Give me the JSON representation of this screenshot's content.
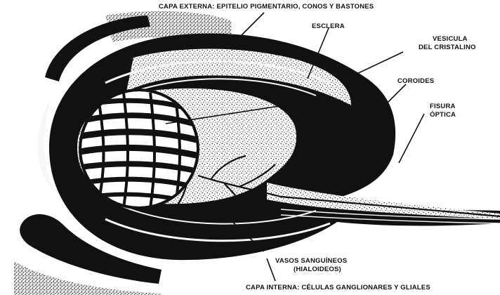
{
  "labels": {
    "capa_externa": "CAPA EXTERNA: EPITELIO PIGMENTARIO, CONOS Y BASTONES",
    "esclera": "ESCLERA",
    "vesicula_1": "VESICULA",
    "vesicula_2": "DEL CRISTALINO",
    "coroides": "COROIDES",
    "fisura_1": "FISURA",
    "fisura_2": "ÓPTICA",
    "vasos_1": "VASOS SANGUÍNEOS",
    "vasos_2": "(HIALOIDEOS)",
    "capa_interna": "CAPA INTERNA: CÉLULAS GANGLIONARES Y GLIALES"
  },
  "colors": {
    "ink": "#111111",
    "paper": "#ffffff",
    "stipple": "#1a1a1a"
  }
}
